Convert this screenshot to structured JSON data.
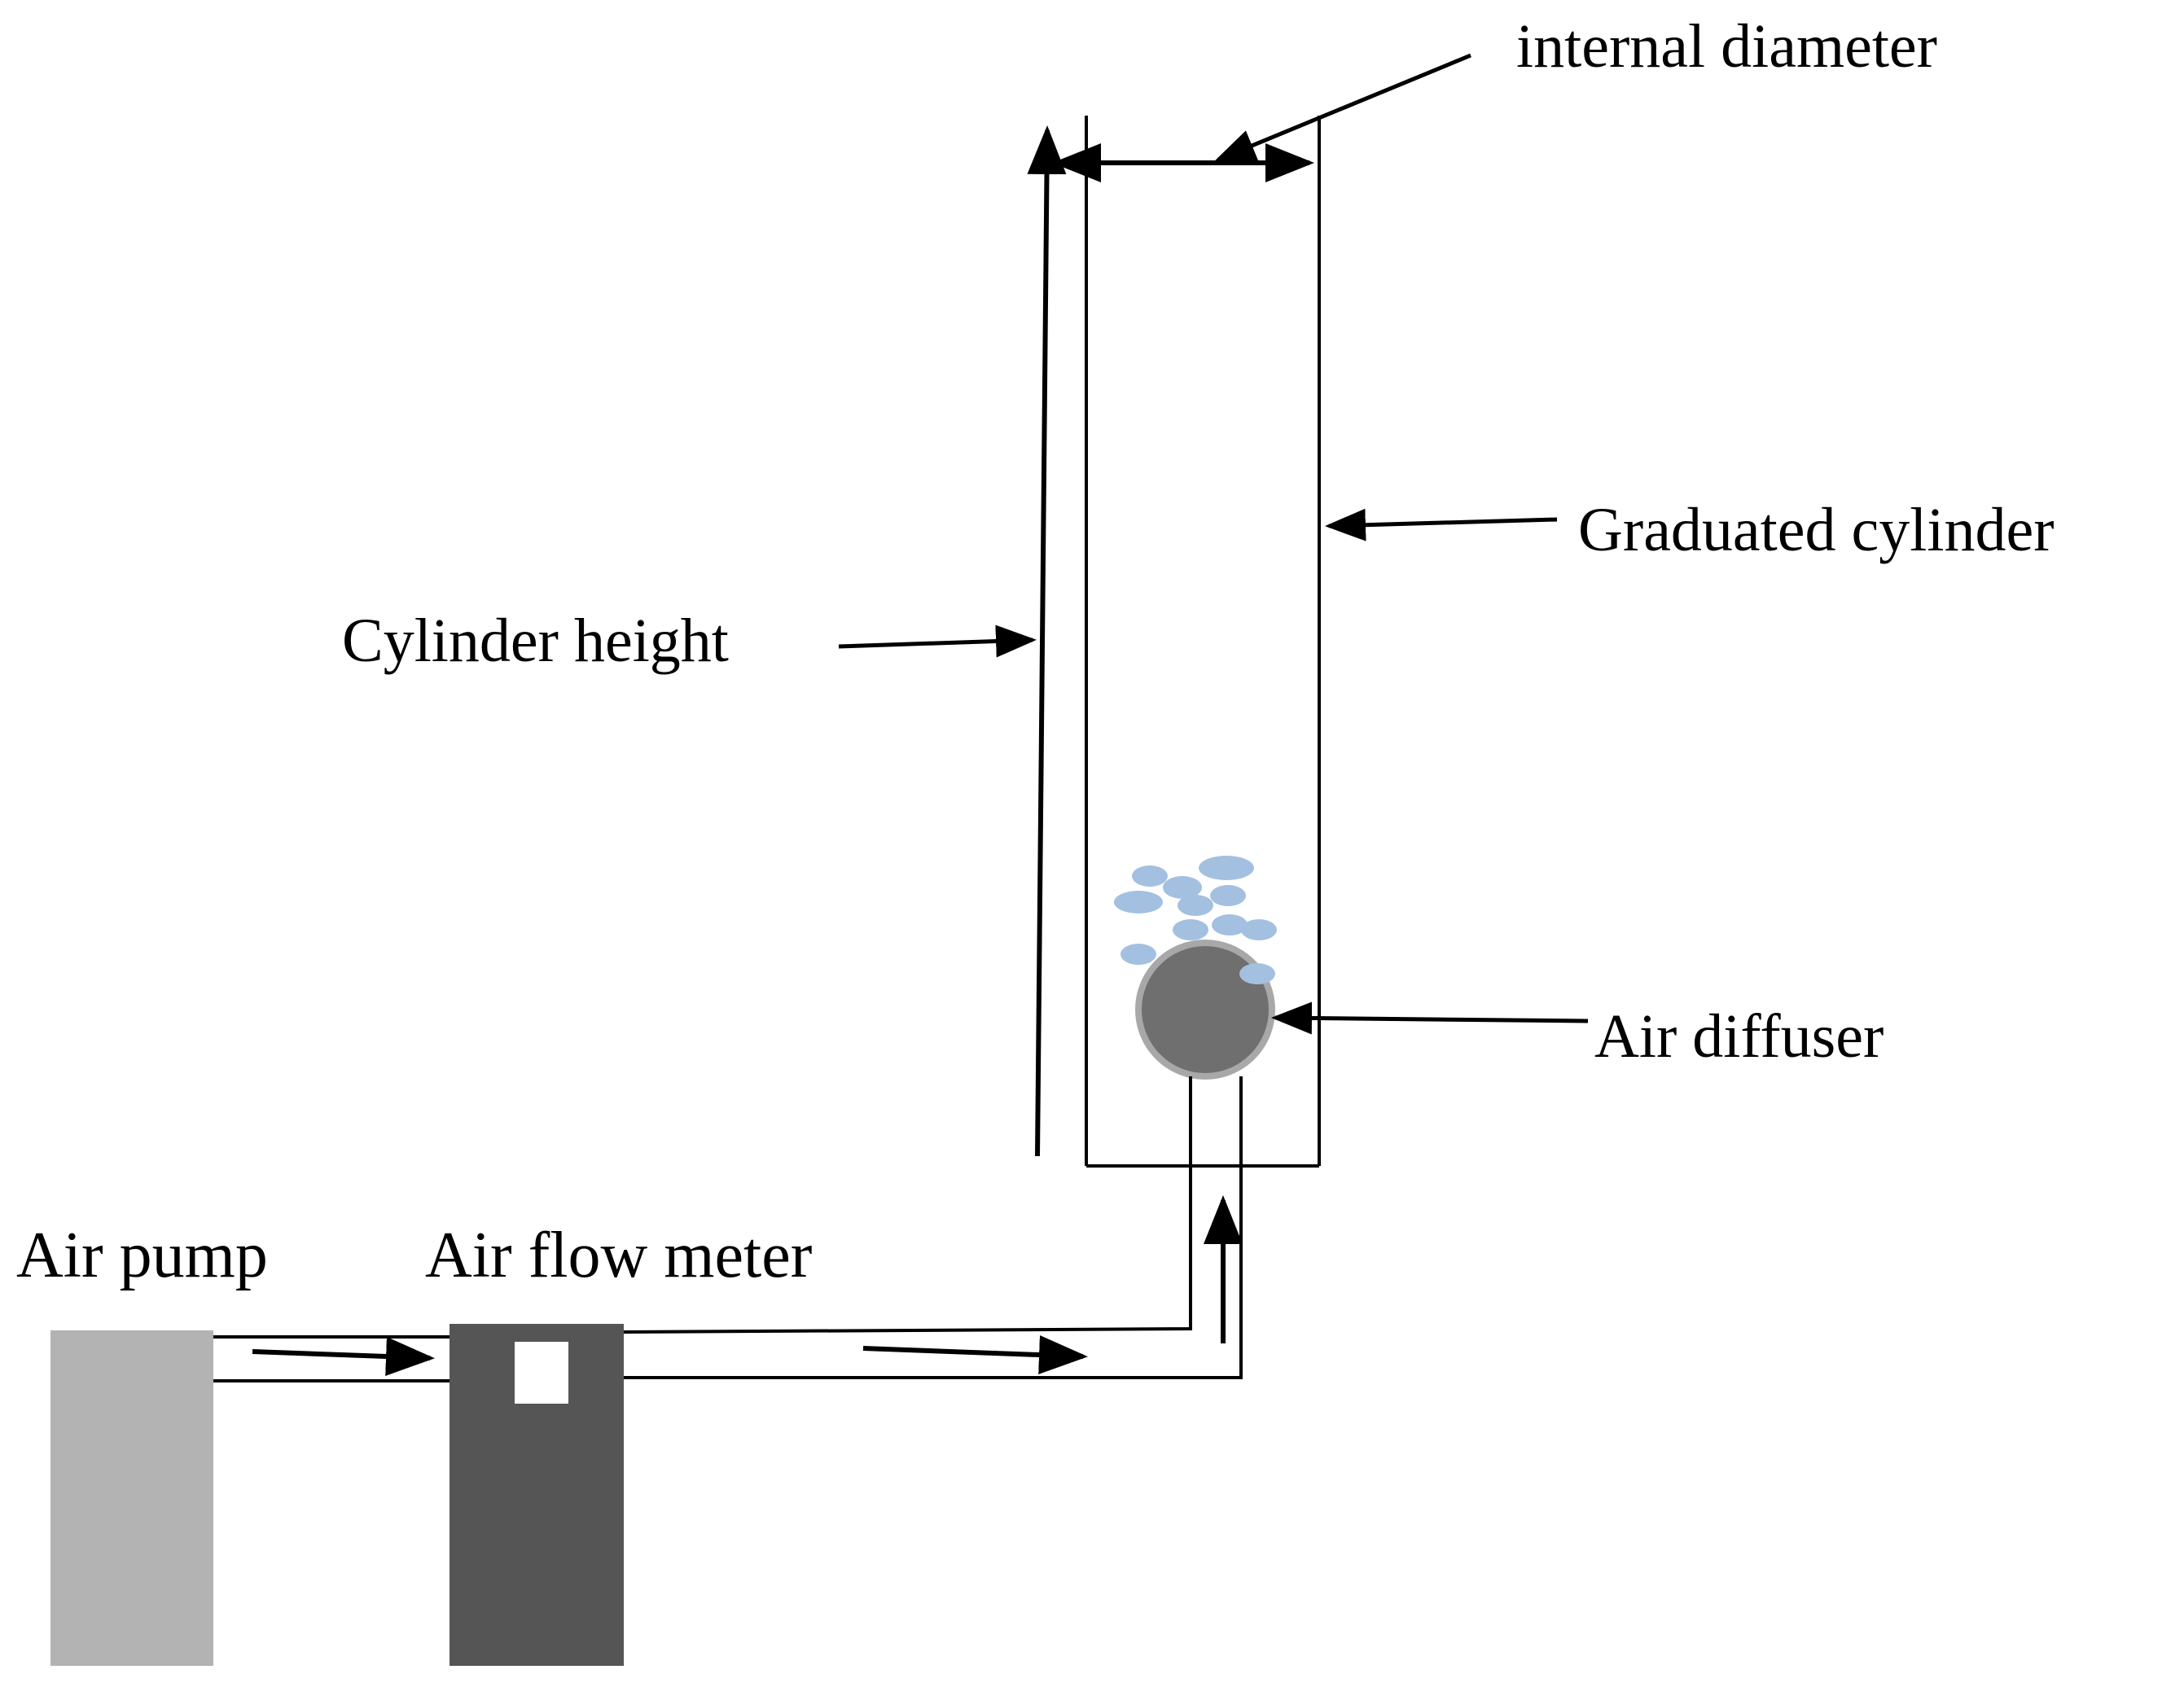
{
  "labels": {
    "internal_diameter": "internal diameter",
    "graduated_cylinder": "Graduated cylinder",
    "cylinder_height": "Cylinder height",
    "air_diffuser": "Air diffuser",
    "air_pump": "Air pump",
    "air_flow_meter": "Air flow meter"
  },
  "colors": {
    "line": "#000000",
    "pump": "#b3b3b3",
    "flow_meter": "#555555",
    "flow_meter_window": "#ffffff",
    "diffuser": "#6f6f6f",
    "diffuser_outline": "#a8a8a8",
    "bubble": "#a4c0e0"
  }
}
